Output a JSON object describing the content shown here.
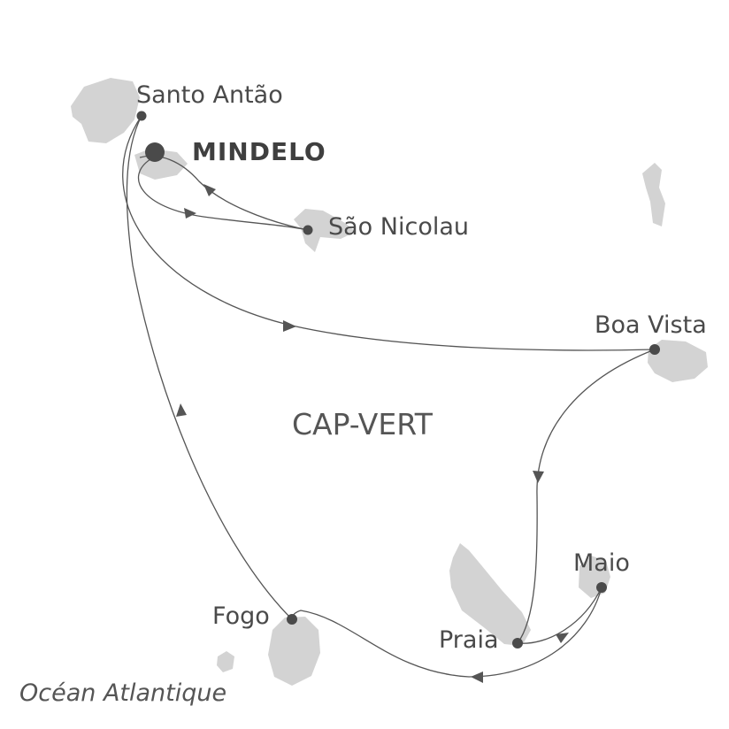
{
  "title": "Cap-Vert cruise itinerary",
  "colors": {
    "island": "#d3d3d3",
    "route": "#555555",
    "dot": "#4a4a4a"
  },
  "country": "CAP-VERT",
  "ocean": "Océan Atlantique",
  "ports": [
    {
      "name": "Santo Antão"
    },
    {
      "name": "MINDELO",
      "homeport": true
    },
    {
      "name": "São Nicolau"
    },
    {
      "name": "Boa Vista"
    },
    {
      "name": "Praia"
    },
    {
      "name": "Maio"
    },
    {
      "name": "Fogo"
    }
  ]
}
